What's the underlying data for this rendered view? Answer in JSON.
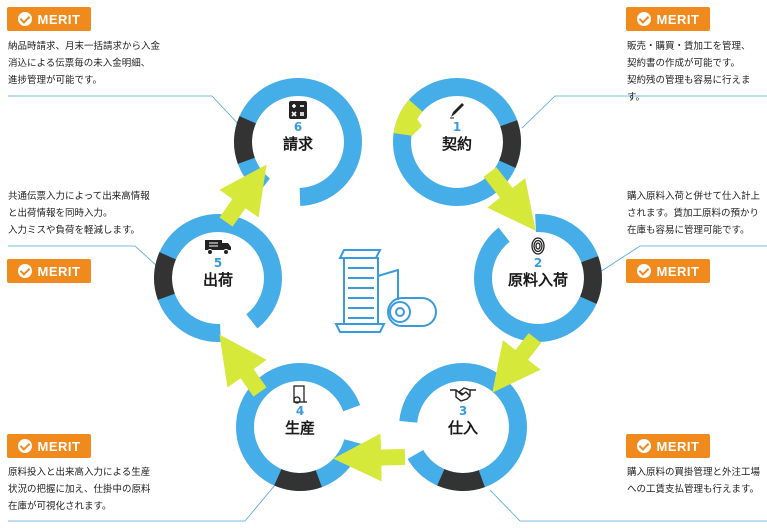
{
  "merit_label": "MERIT",
  "colors": {
    "ring_blue": "#45ade8",
    "ring_dark": "#333333",
    "arrow_green": "#d6e83a",
    "merit_orange": "#f08a1c",
    "number_blue": "#3a9bdc"
  },
  "steps": [
    {
      "num": "1",
      "label": "契約",
      "icon": "pen-icon"
    },
    {
      "num": "2",
      "label": "原料入荷",
      "icon": "fingerprint-icon"
    },
    {
      "num": "3",
      "label": "仕入",
      "icon": "handshake-icon"
    },
    {
      "num": "4",
      "label": "生産",
      "icon": "fabric-roll-icon"
    },
    {
      "num": "5",
      "label": "出荷",
      "icon": "truck-icon"
    },
    {
      "num": "6",
      "label": "請求",
      "icon": "calculator-icon"
    }
  ],
  "descriptions": {
    "top_left": "納品時請求、月末一括請求から入金\n消込による伝票毎の未入金明細、\n進捗管理が可能です。",
    "top_right": "販売・購買・賃加工を管理、\n契約書の作成が可能です。\n契約残の管理も容易に行えます。",
    "mid_left": "共通伝票入力によって出来高情報\nと出荷情報を同時入力。\n入力ミスや負荷を軽減します。",
    "mid_right": "購入原料入荷と併せて仕入計上\nされます。賃加工原料の預かり\n在庫も容易に管理可能です。",
    "bottom_left": "原料投入と出来高入力による生産\n状況の把握に加え、仕掛中の原料\n在庫が可視化されます。",
    "bottom_right": "購入原料の買掛管理と外注工場\nへの工賃支払管理も行えます。"
  }
}
